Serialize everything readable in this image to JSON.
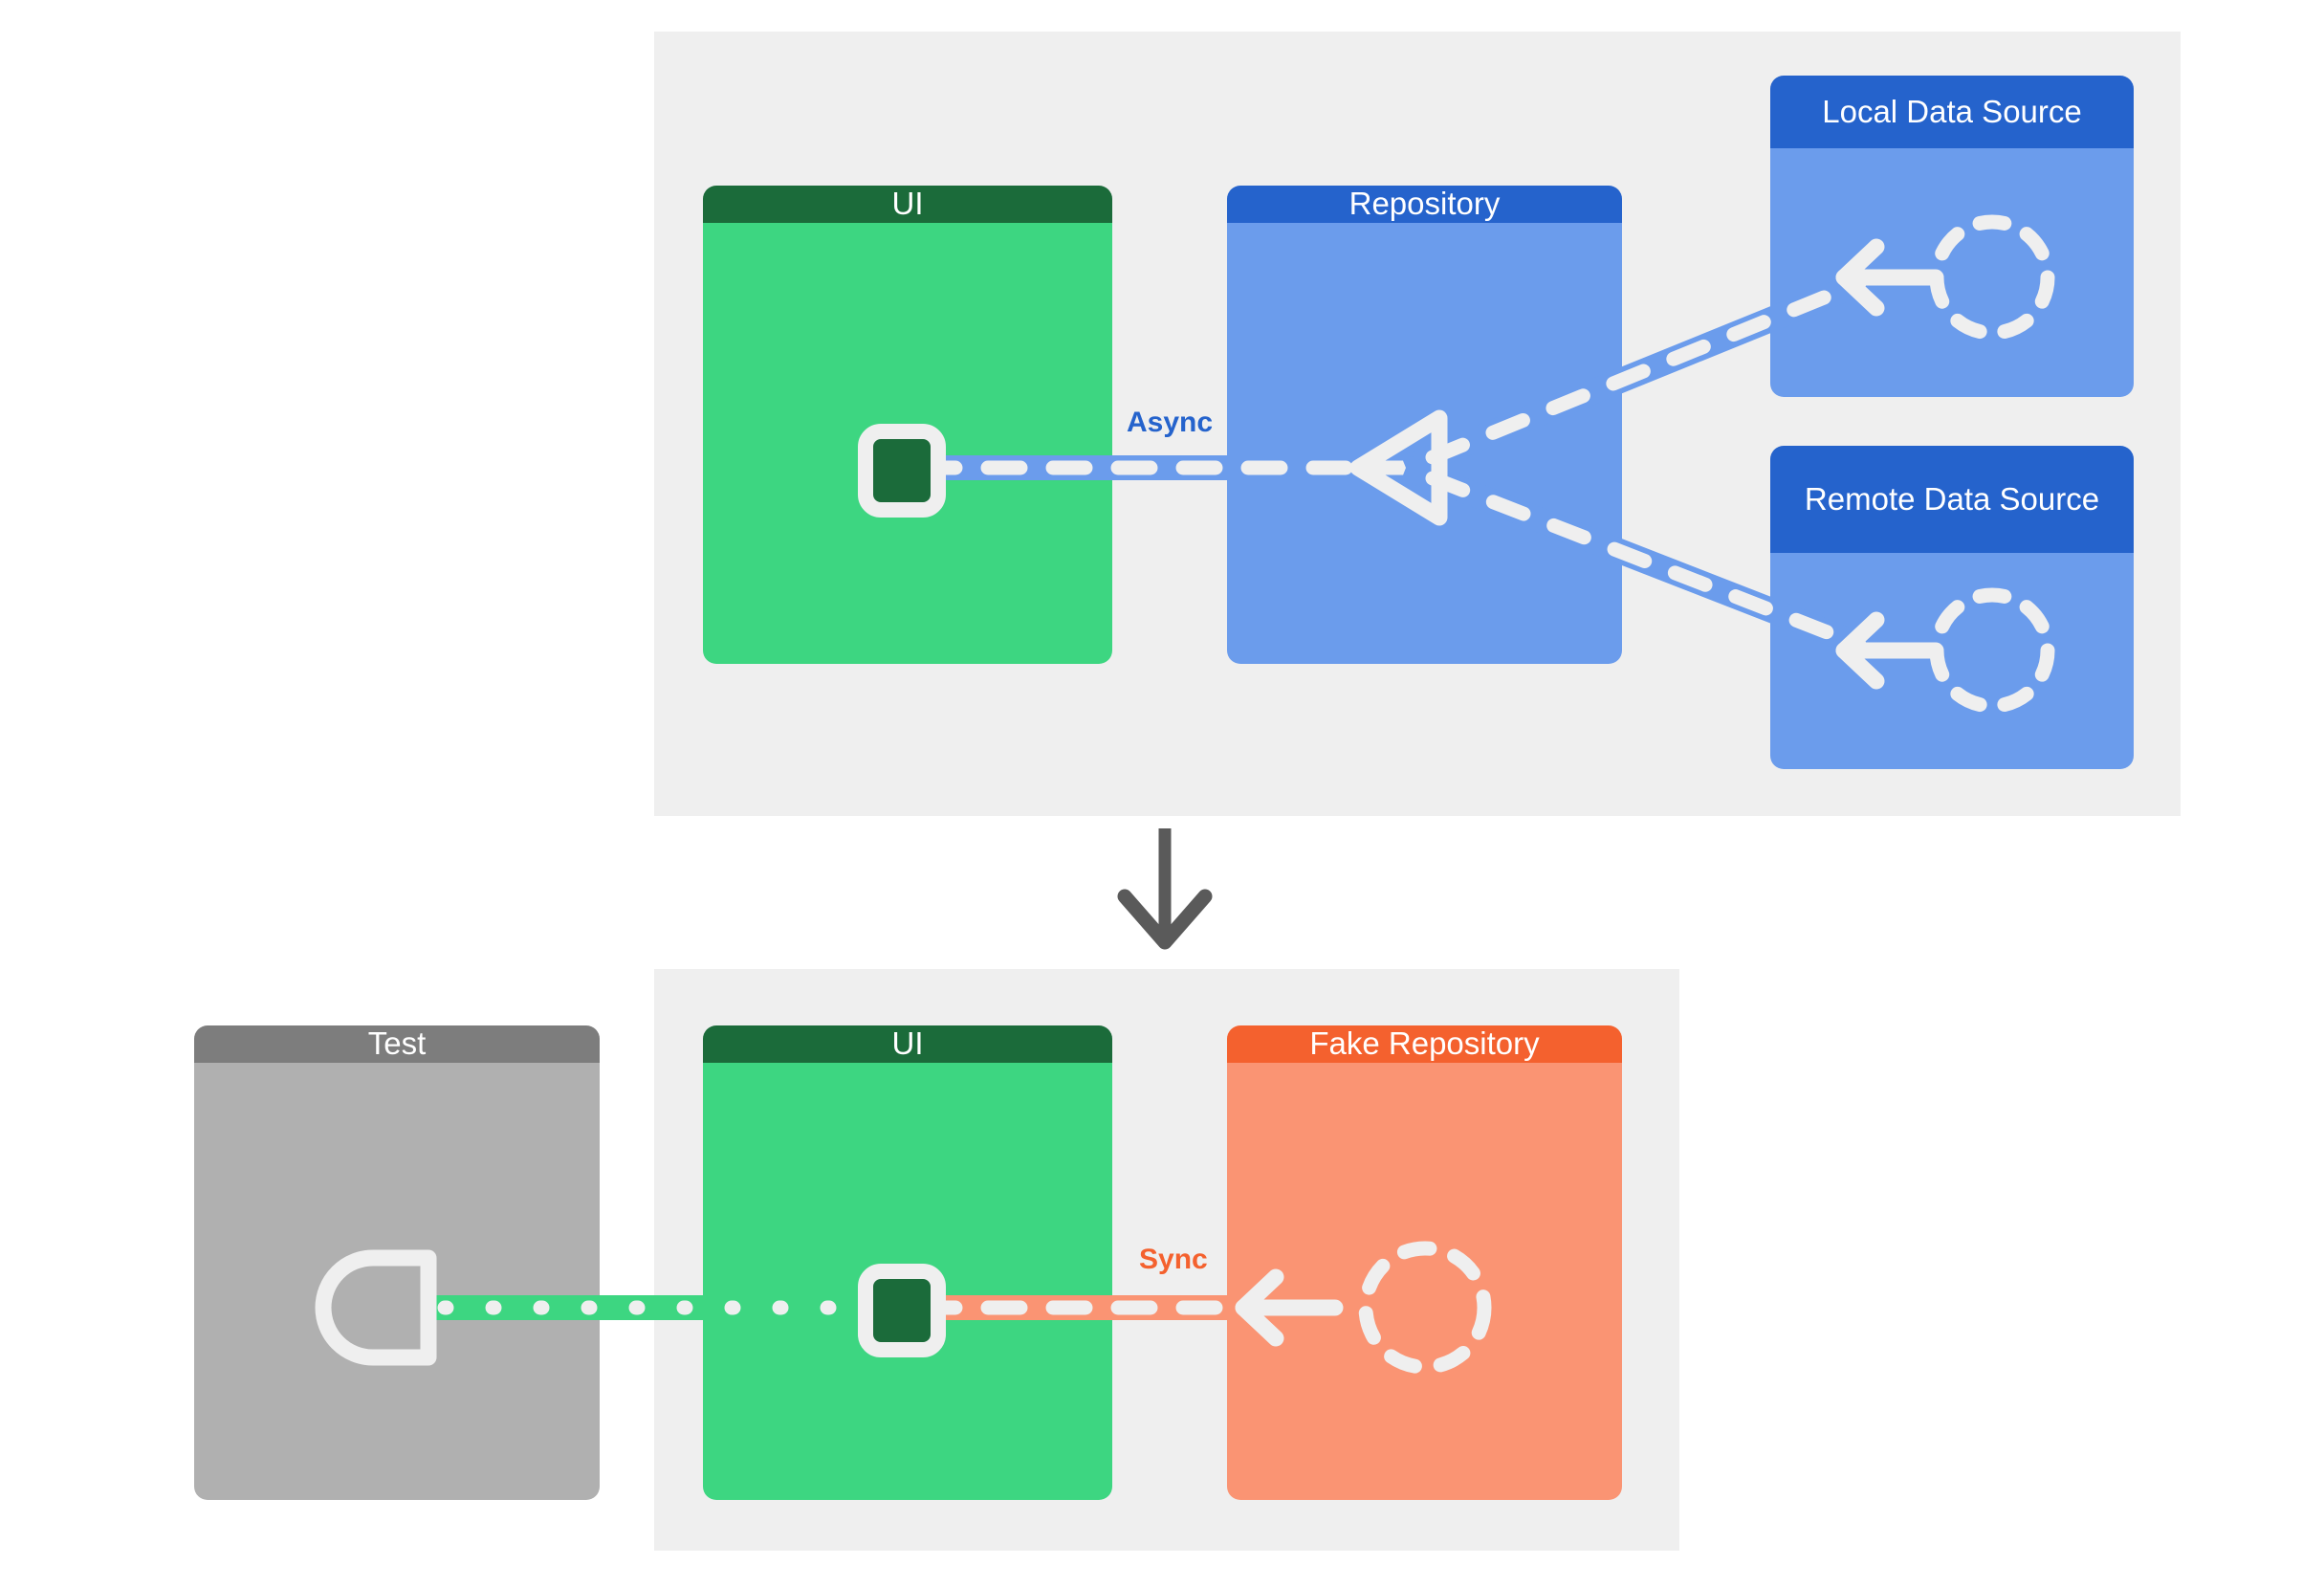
{
  "diagram": {
    "title_text": "",
    "colors": {
      "panel_bg": "#efefef",
      "green_header": "#1b6b3a",
      "green_body": "#3dd681",
      "blue_header": "#2563cc",
      "blue_body": "#6b9cec",
      "orange_header": "#f4612e",
      "orange_body": "#fa9473",
      "grey_header": "#7d7d7d",
      "grey_body": "#b0b0b0",
      "connector_white": "#efefef",
      "arrow_grey": "#5a5a5a"
    }
  },
  "production": {
    "panel_name": "production-architecture-panel",
    "nodes": [
      {
        "id": "ui",
        "label": "UI",
        "variant": "green",
        "icon": "plug-square-icon"
      },
      {
        "id": "repository",
        "label": "Repository",
        "variant": "blue",
        "icon": "merge-triangle-icon"
      },
      {
        "id": "local-source",
        "label": "Local Data Source",
        "variant": "blue",
        "icon": "dashed-circle-icon"
      },
      {
        "id": "remote-source",
        "label": "Remote Data Source",
        "variant": "blue",
        "icon": "dashed-circle-icon"
      }
    ],
    "edges": [
      {
        "from": "ui",
        "to": "repository",
        "label": "Async",
        "style": "dashed",
        "color": "#6b9cec"
      },
      {
        "from": "repository",
        "to": "local-source",
        "label": "",
        "style": "dashed",
        "color": "#6b9cec"
      },
      {
        "from": "repository",
        "to": "remote-source",
        "label": "",
        "style": "dashed",
        "color": "#6b9cec"
      }
    ]
  },
  "transition": {
    "arrow_name": "down-arrow-icon",
    "direction": "down"
  },
  "test": {
    "panel_name": "test-architecture-panel",
    "nodes": [
      {
        "id": "test",
        "label": "Test",
        "variant": "grey",
        "icon": "socket-icon"
      },
      {
        "id": "ui-test",
        "label": "UI",
        "variant": "green",
        "icon": "plug-square-icon"
      },
      {
        "id": "fake-repository",
        "label": "Fake Repository",
        "variant": "orange",
        "icon": "dashed-circle-icon"
      }
    ],
    "edges": [
      {
        "from": "test",
        "to": "ui-test",
        "label": "",
        "style": "dotted",
        "color": "#3dd681"
      },
      {
        "from": "fake-repository",
        "to": "ui-test",
        "label": "Sync",
        "style": "dashed",
        "color": "#fa9473"
      }
    ]
  }
}
